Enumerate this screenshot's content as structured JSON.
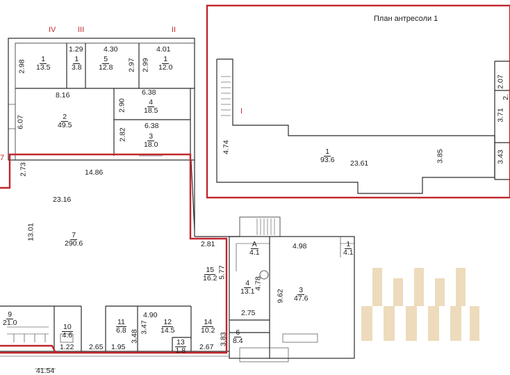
{
  "mezzanine": {
    "title": "План антресоли 1"
  },
  "axes": {
    "IV": "IV",
    "III": "III",
    "II": "II",
    "I": "I",
    "VII": "7"
  },
  "rooms": [
    {
      "n": "1",
      "a": "13.5"
    },
    {
      "n": "1",
      "a": "3.8"
    },
    {
      "n": "5",
      "a": "12.8"
    },
    {
      "n": "1",
      "a": "12.0"
    },
    {
      "n": "2",
      "a": "49.5"
    },
    {
      "n": "4",
      "a": "18.5"
    },
    {
      "n": "3",
      "a": "18.0"
    },
    {
      "n": "7",
      "a": "290.6"
    },
    {
      "n": "15",
      "a": "16.2"
    },
    {
      "n": "4",
      "a": "13.1"
    },
    {
      "n": "3",
      "a": "47.6"
    },
    {
      "n": "9",
      "a": "21.0"
    },
    {
      "n": "10",
      "a": "4.6"
    },
    {
      "n": "11",
      "a": "6.8"
    },
    {
      "n": "12",
      "a": "14.5"
    },
    {
      "n": "13",
      "a": "1.8"
    },
    {
      "n": "14",
      "a": "10.2"
    },
    {
      "n": "6",
      "a": "8.4"
    },
    {
      "n": "1",
      "a": "93.6"
    },
    {
      "n": "A",
      "a": "4.1"
    },
    {
      "n": "1",
      "a": "4.1"
    }
  ],
  "dims": {
    "d298": "2.98",
    "d129": "1.29",
    "d430": "4.30",
    "d401": "4.01",
    "d297": "2.97",
    "d299": "2.99",
    "d816": "8.16",
    "d638a": "6.38",
    "d290": "2.90",
    "d607": "6.07",
    "d638b": "6.38",
    "d282": "2.82",
    "d273": "2.73",
    "d1486": "14.86",
    "d2316": "23.16",
    "d1301": "13.01",
    "d281": "2.81",
    "d577": "5.77",
    "d498": "4.98",
    "d478": "4.78",
    "d962": "9.62",
    "d275": "2.75",
    "d490": "4.90",
    "d347": "3.47",
    "d348": "3.48",
    "d383": "3.83",
    "d267": "2.67",
    "d195": "1.95",
    "d122": "1.22",
    "d265": "2.65",
    "d4154": "41.54",
    "d474": "4.74",
    "d2361": "23.61",
    "d385": "3.85",
    "d343": "3.43",
    "d207": "2.07",
    "d371": "3.71",
    "d2x": "2."
  },
  "colors": {
    "wall": "#2b2b2b",
    "outline": "#c0272d",
    "watermark": "#e8cfa6"
  }
}
